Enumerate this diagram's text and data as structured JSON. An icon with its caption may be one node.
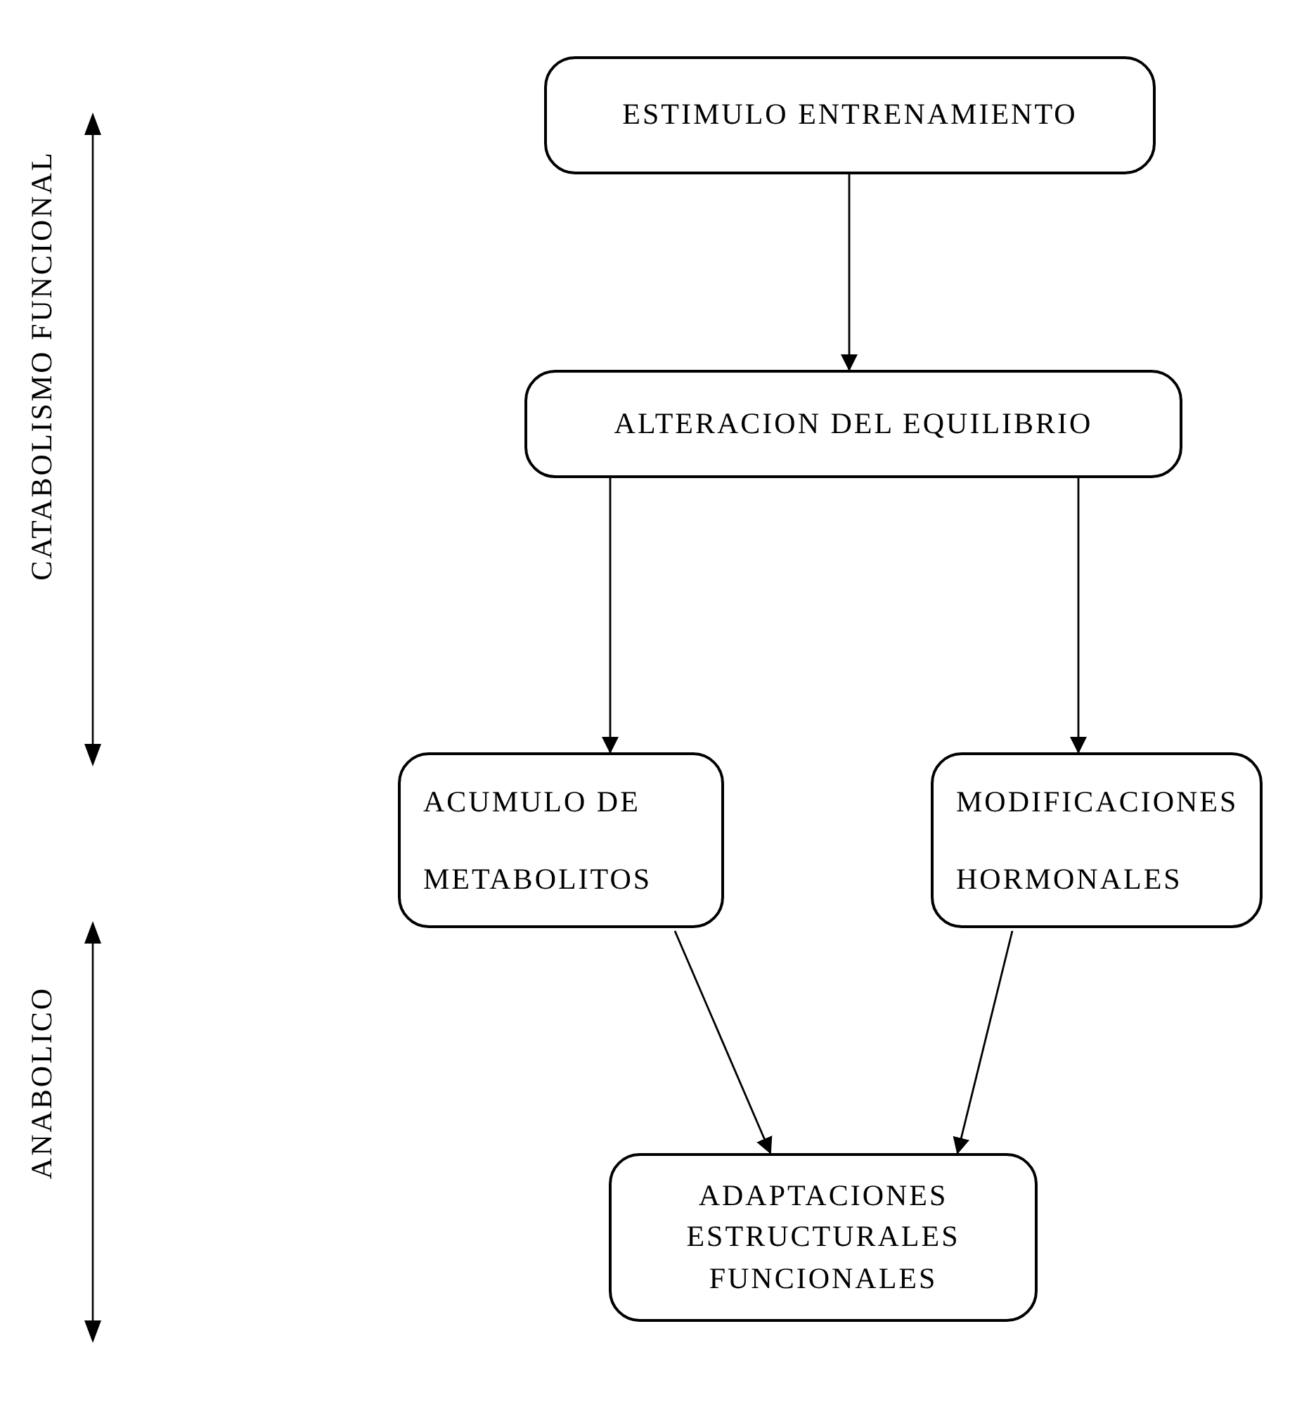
{
  "diagram": {
    "nodes": [
      {
        "text": [
          "ESTIMULO ENTRENAMIENTO"
        ]
      },
      {
        "text": [
          "ALTERACION DEL EQUILIBRIO"
        ]
      },
      {
        "text": [
          "ACUMULO DE METABOLITOS"
        ]
      },
      {
        "text": [
          "MODIFICACIONES HORMONALES"
        ]
      },
      {
        "text": [
          "ADAPTACIONES ESTRUCTURALES FUNCIONALES"
        ]
      }
    ],
    "edges": [
      {
        "from": 0,
        "to": 1,
        "arrow": "to"
      },
      {
        "from": 1,
        "to": 2,
        "arrow": "to"
      },
      {
        "from": 1,
        "to": 3,
        "arrow": "to"
      },
      {
        "from": 2,
        "to": 4,
        "arrow": "to"
      },
      {
        "from": 3,
        "to": 4,
        "arrow": "to"
      }
    ],
    "labels": [
      "CATABOLISMO FUNCIONAL",
      "ANABOLICO"
    ]
  }
}
